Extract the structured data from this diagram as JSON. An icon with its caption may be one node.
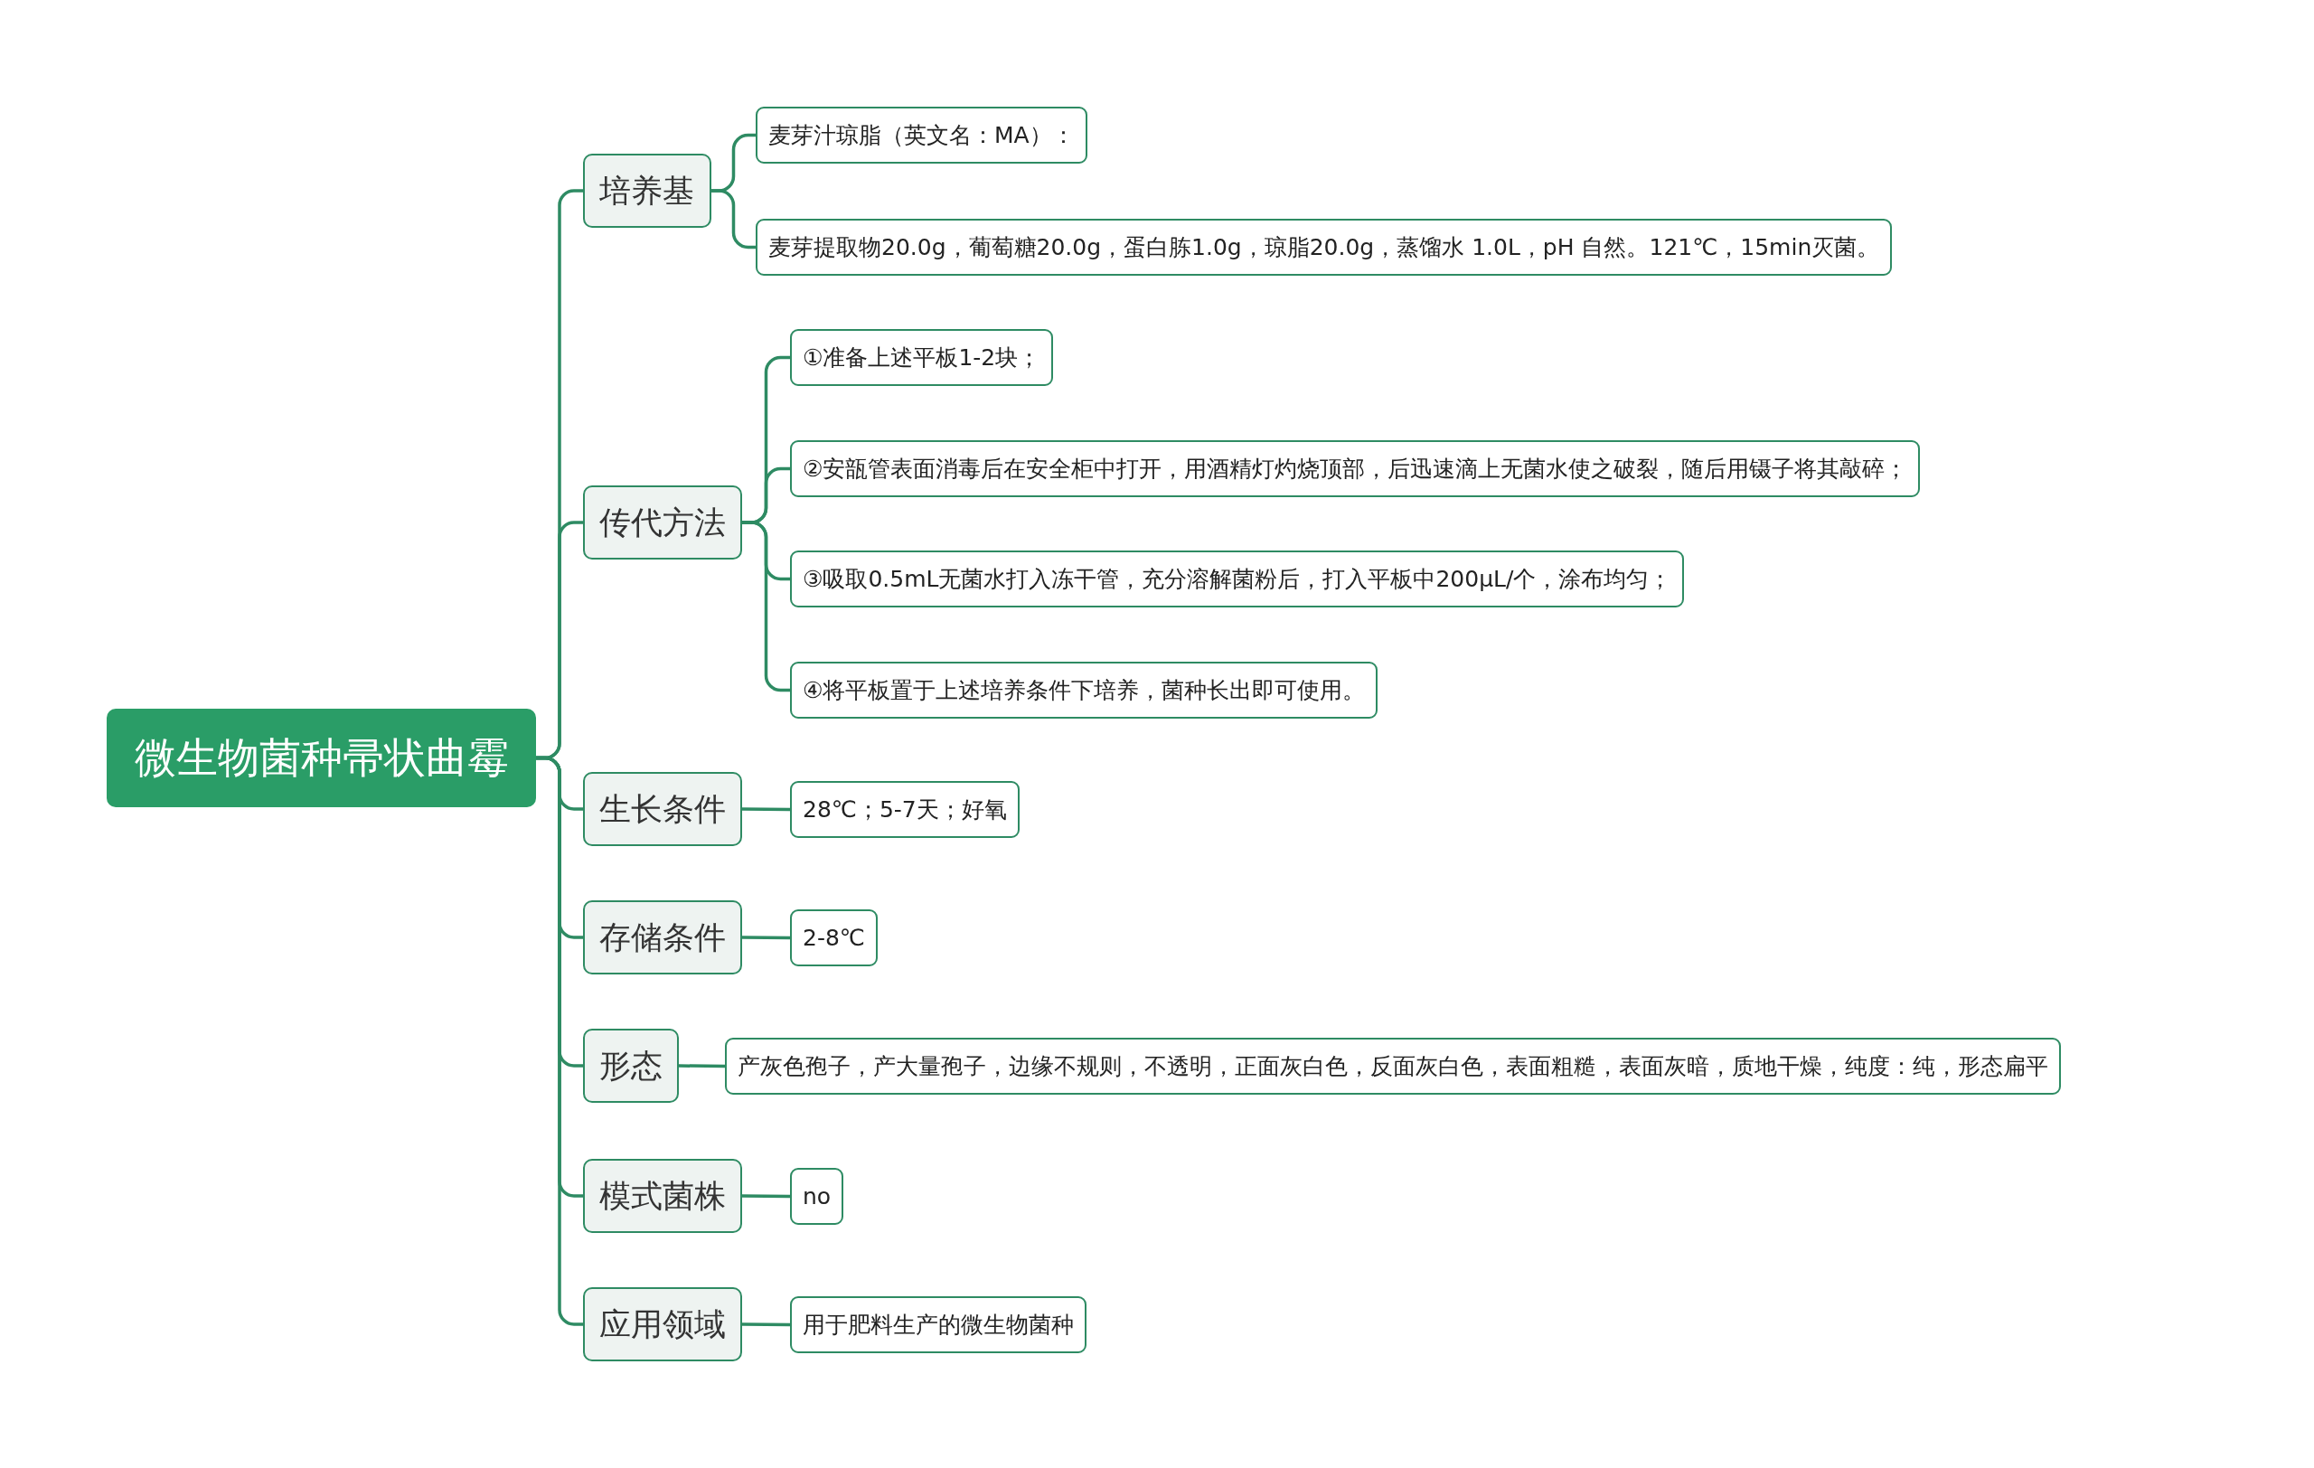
{
  "diagram": {
    "nodes": [
      {
        "text": [
          "微生物菌种帚状曲霉"
        ]
      },
      {
        "text": [
          "培养基"
        ]
      },
      {
        "text": [
          "麦芽汁琼脂（英文名：MA）："
        ]
      },
      {
        "text": [
          "麦芽提取物20.0g，葡萄糖20.0g，蛋白胨1.0g，琼脂20.0g，蒸馏水 1.0L，pH 自然。121℃，15min灭菌。"
        ]
      },
      {
        "text": [
          "传代方法"
        ]
      },
      {
        "text": [
          "①准备上述平板1-2块；"
        ]
      },
      {
        "text": [
          "②安瓿管表面消毒后在安全柜中打开，用酒精灯灼烧顶部，后迅速滴上无菌水使之破裂，随后用镊子将其敲碎；"
        ]
      },
      {
        "text": [
          "③吸取0.5mL无菌水打入冻干管，充分溶解菌粉后，打入平板中200μL/个，涂布均匀；"
        ]
      },
      {
        "text": [
          "④将平板置于上述培养条件下培养，菌种长出即可使用。"
        ]
      },
      {
        "text": [
          "生长条件"
        ]
      },
      {
        "text": [
          "28℃；5-7天；好氧"
        ]
      },
      {
        "text": [
          "存储条件"
        ]
      },
      {
        "text": [
          "2-8℃"
        ]
      },
      {
        "text": [
          "形态"
        ]
      },
      {
        "text": [
          "产灰色孢子，产大量孢子，边缘不规则，不透明，正面灰白色，反面灰白色，表面粗糙，表面灰暗，质地干燥，纯度：纯，形态扁平"
        ]
      },
      {
        "text": [
          "模式菌株"
        ]
      },
      {
        "text": [
          "no"
        ]
      },
      {
        "text": [
          "应用领域"
        ]
      },
      {
        "text": [
          "用于肥料生产的微生物菌种"
        ]
      }
    ],
    "edges": [
      {
        "from": 0,
        "to": 1,
        "arrow": "none"
      },
      {
        "from": 1,
        "to": 2,
        "arrow": "none"
      },
      {
        "from": 1,
        "to": 3,
        "arrow": "none"
      },
      {
        "from": 0,
        "to": 4,
        "arrow": "none"
      },
      {
        "from": 4,
        "to": 5,
        "arrow": "none"
      },
      {
        "from": 4,
        "to": 6,
        "arrow": "none"
      },
      {
        "from": 4,
        "to": 7,
        "arrow": "none"
      },
      {
        "from": 4,
        "to": 8,
        "arrow": "none"
      },
      {
        "from": 0,
        "to": 9,
        "arrow": "none"
      },
      {
        "from": 9,
        "to": 10,
        "arrow": "none"
      },
      {
        "from": 0,
        "to": 11,
        "arrow": "none"
      },
      {
        "from": 11,
        "to": 12,
        "arrow": "none"
      },
      {
        "from": 0,
        "to": 13,
        "arrow": "none"
      },
      {
        "from": 13,
        "to": 14,
        "arrow": "none"
      },
      {
        "from": 0,
        "to": 15,
        "arrow": "none"
      },
      {
        "from": 15,
        "to": 16,
        "arrow": "none"
      },
      {
        "from": 0,
        "to": 17,
        "arrow": "none"
      },
      {
        "from": 17,
        "to": 18,
        "arrow": "none"
      }
    ]
  }
}
